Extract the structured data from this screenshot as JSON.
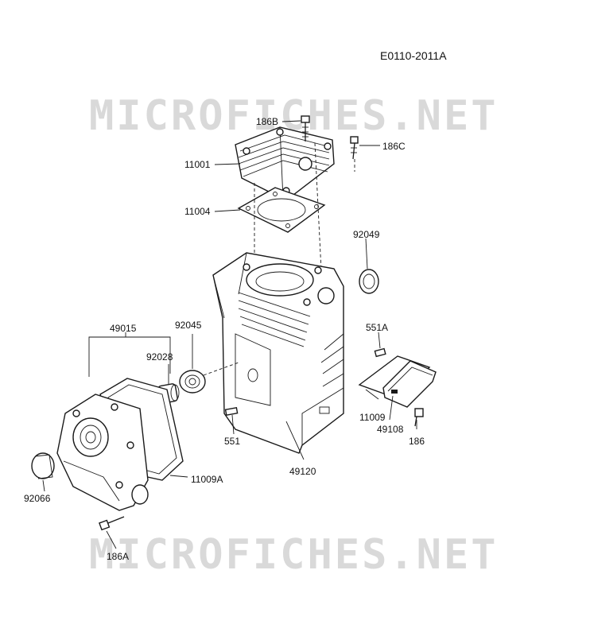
{
  "diagram": {
    "id": "E0110-2011A",
    "watermarks": [
      "MICROFICHES.NET",
      "MICROFICHES.NET"
    ],
    "parts": {
      "p186B": "186B",
      "p186C": "186C",
      "p11001": "11001",
      "p11004": "11004",
      "p92049": "92049",
      "p49015": "49015",
      "p92045": "92045",
      "p92028": "92028",
      "p551A": "551A",
      "p11009": "11009",
      "p49108": "49108",
      "p186": "186",
      "p551": "551",
      "p49120": "49120",
      "p11009A": "11009A",
      "p92066": "92066",
      "p186A": "186A"
    }
  }
}
